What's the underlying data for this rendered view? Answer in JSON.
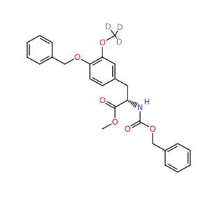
{
  "molecule": {
    "atom_colors": {
      "O": "#ff0d0d",
      "N": "#3050f8",
      "D": "#7f7f7f",
      "C": "#1a1a1a"
    },
    "atoms": [
      {
        "id": "ben_c1",
        "el": "C"
      },
      {
        "id": "ben_c2",
        "el": "C"
      },
      {
        "id": "ben_c3",
        "el": "C"
      },
      {
        "id": "ben_c4",
        "el": "C"
      },
      {
        "id": "ben_c5",
        "el": "C"
      },
      {
        "id": "ben_c6",
        "el": "C"
      },
      {
        "id": "ben_ch2",
        "el": "C"
      },
      {
        "id": "o_bn",
        "el": "O",
        "label": "O"
      },
      {
        "id": "ar_c1",
        "el": "C"
      },
      {
        "id": "ar_c2",
        "el": "C"
      },
      {
        "id": "ar_c3",
        "el": "C"
      },
      {
        "id": "ar_c4",
        "el": "C"
      },
      {
        "id": "ar_c5",
        "el": "C"
      },
      {
        "id": "ar_c6",
        "el": "C"
      },
      {
        "id": "o_me",
        "el": "O",
        "label": "O"
      },
      {
        "id": "cd3",
        "el": "C"
      },
      {
        "id": "d1",
        "el": "D",
        "label": "D"
      },
      {
        "id": "d2",
        "el": "D",
        "label": "D"
      },
      {
        "id": "d3",
        "el": "D",
        "label": "D"
      },
      {
        "id": "ch2_beta",
        "el": "C"
      },
      {
        "id": "c_alpha",
        "el": "C"
      },
      {
        "id": "c_ester",
        "el": "C"
      },
      {
        "id": "o_ester_dbl",
        "el": "O",
        "label": "O"
      },
      {
        "id": "o_ester",
        "el": "O",
        "label": "O"
      },
      {
        "id": "ch3_ester",
        "el": "C"
      },
      {
        "id": "n_h",
        "el": "N",
        "label": "N"
      },
      {
        "id": "h_n",
        "el": "N",
        "label": "H"
      },
      {
        "id": "c_carb",
        "el": "C"
      },
      {
        "id": "o_carb_dbl",
        "el": "O",
        "label": "O"
      },
      {
        "id": "o_carb",
        "el": "O",
        "label": "O"
      },
      {
        "id": "cbz_ch2",
        "el": "C"
      },
      {
        "id": "cbz_c1",
        "el": "C"
      },
      {
        "id": "cbz_c2",
        "el": "C"
      },
      {
        "id": "cbz_c3",
        "el": "C"
      },
      {
        "id": "cbz_c4",
        "el": "C"
      },
      {
        "id": "cbz_c5",
        "el": "C"
      },
      {
        "id": "cbz_c6",
        "el": "C"
      }
    ],
    "bonds": [
      {
        "a": "ben_c1",
        "b": "ben_c2",
        "order": 2
      },
      {
        "a": "ben_c2",
        "b": "ben_c3",
        "order": 1
      },
      {
        "a": "ben_c3",
        "b": "ben_c4",
        "order": 2
      },
      {
        "a": "ben_c4",
        "b": "ben_c5",
        "order": 1
      },
      {
        "a": "ben_c5",
        "b": "ben_c6",
        "order": 2
      },
      {
        "a": "ben_c6",
        "b": "ben_c1",
        "order": 1
      },
      {
        "a": "ben_c4",
        "b": "ben_ch2",
        "order": 1
      },
      {
        "a": "ben_ch2",
        "b": "o_bn",
        "order": 1
      },
      {
        "a": "o_bn",
        "b": "ar_c1",
        "order": 1
      },
      {
        "a": "ar_c1",
        "b": "ar_c2",
        "order": 2
      },
      {
        "a": "ar_c2",
        "b": "ar_c3",
        "order": 1
      },
      {
        "a": "ar_c3",
        "b": "ar_c4",
        "order": 2
      },
      {
        "a": "ar_c4",
        "b": "ar_c5",
        "order": 1
      },
      {
        "a": "ar_c5",
        "b": "ar_c6",
        "order": 2
      },
      {
        "a": "ar_c6",
        "b": "ar_c1",
        "order": 1
      },
      {
        "a": "ar_c2",
        "b": "o_me",
        "order": 1
      },
      {
        "a": "o_me",
        "b": "cd3",
        "order": 1
      },
      {
        "a": "cd3",
        "b": "d1",
        "order": 1
      },
      {
        "a": "cd3",
        "b": "d2",
        "order": 1
      },
      {
        "a": "cd3",
        "b": "d3",
        "order": 1
      },
      {
        "a": "ar_c4",
        "b": "ch2_beta",
        "order": 1
      },
      {
        "a": "ch2_beta",
        "b": "c_alpha",
        "order": 1
      },
      {
        "a": "c_alpha",
        "b": "c_ester",
        "order": 1
      },
      {
        "a": "c_ester",
        "b": "o_ester_dbl",
        "order": 2
      },
      {
        "a": "c_ester",
        "b": "o_ester",
        "order": 1
      },
      {
        "a": "o_ester",
        "b": "ch3_ester",
        "order": 1
      },
      {
        "a": "c_alpha",
        "b": "n_h",
        "order": 1,
        "stereo": "hash"
      },
      {
        "a": "n_h",
        "b": "c_carb",
        "order": 1
      },
      {
        "a": "c_carb",
        "b": "o_carb_dbl",
        "order": 2
      },
      {
        "a": "c_carb",
        "b": "o_carb",
        "order": 1
      },
      {
        "a": "o_carb",
        "b": "cbz_ch2",
        "order": 1
      },
      {
        "a": "cbz_ch2",
        "b": "cbz_c1",
        "order": 1
      },
      {
        "a": "cbz_c1",
        "b": "cbz_c2",
        "order": 2
      },
      {
        "a": "cbz_c2",
        "b": "cbz_c3",
        "order": 1
      },
      {
        "a": "cbz_c3",
        "b": "cbz_c4",
        "order": 2
      },
      {
        "a": "cbz_c4",
        "b": "cbz_c5",
        "order": 1
      },
      {
        "a": "cbz_c5",
        "b": "cbz_c6",
        "order": 2
      },
      {
        "a": "cbz_c6",
        "b": "cbz_c1",
        "order": 1
      }
    ]
  }
}
